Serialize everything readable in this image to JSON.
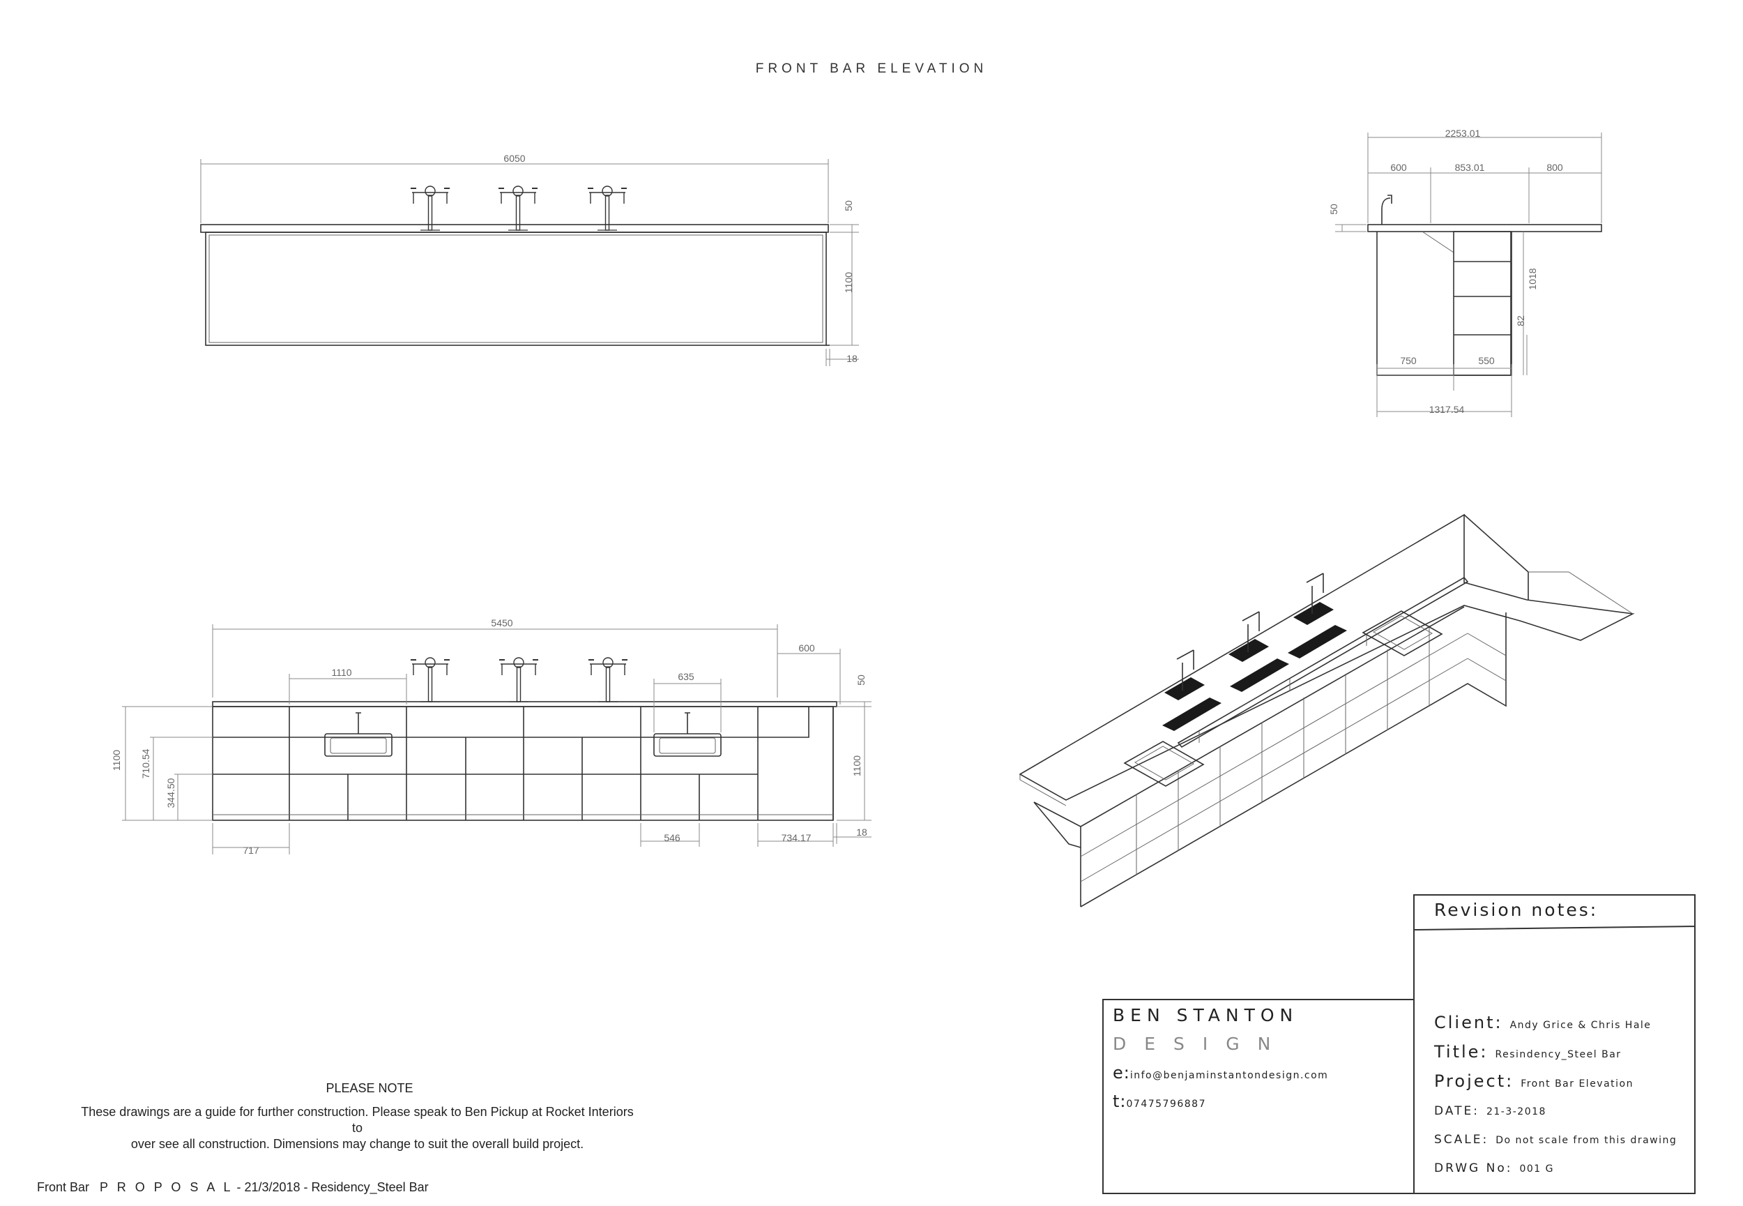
{
  "sheet_title": "FRONT BAR ELEVATION",
  "dimensions": {
    "front": {
      "overall": "6050",
      "top": "50",
      "height": "1100",
      "kick": "18"
    },
    "side": {
      "overall": "2253.01",
      "a": "600",
      "b": "853.01",
      "c": "800",
      "top": "50",
      "cab": "1018",
      "plinth": "82",
      "d": "750",
      "e": "550",
      "base": "1317.54"
    },
    "rear": {
      "overall": "5450",
      "a": "1110",
      "b": "635",
      "c": "600",
      "top": "50",
      "h": "1100",
      "h2": "710.54",
      "h3": "344.50",
      "h4": "1100",
      "d": "717",
      "e": "546",
      "f": "734.17",
      "g": "18"
    }
  },
  "note": {
    "heading": "PLEASE NOTE",
    "line1": "These drawings are a guide for further construction. Please speak to Ben Pickup at Rocket Interiors to",
    "line2": "over see all construction. Dimensions may change to suit the overall build project."
  },
  "footer": {
    "left": "Front Bar",
    "proposal": "P R O P O S A L",
    "rest": "- 21/3/2018 - Residency_Steel Bar"
  },
  "title_block": {
    "revision_label": "Revision notes:",
    "brand_line1": "BEN STANTON",
    "brand_line2": "DESIGN",
    "email_key": "e:",
    "email": "info@benjaminstantondesign.com",
    "phone_key": "t:",
    "phone": "07475796887",
    "client_key": "Client:",
    "client": "Andy Grice & Chris Hale",
    "title_key": "Title:",
    "title": "Resindency_Steel Bar",
    "project_key": "Project:",
    "project": "Front Bar Elevation",
    "date_key": "DATE:",
    "date": "21-3-2018",
    "scale_key": "SCALE:",
    "scale": "Do not scale from this drawing",
    "drwg_key": "DRWG No:",
    "drwg": "001 G"
  }
}
